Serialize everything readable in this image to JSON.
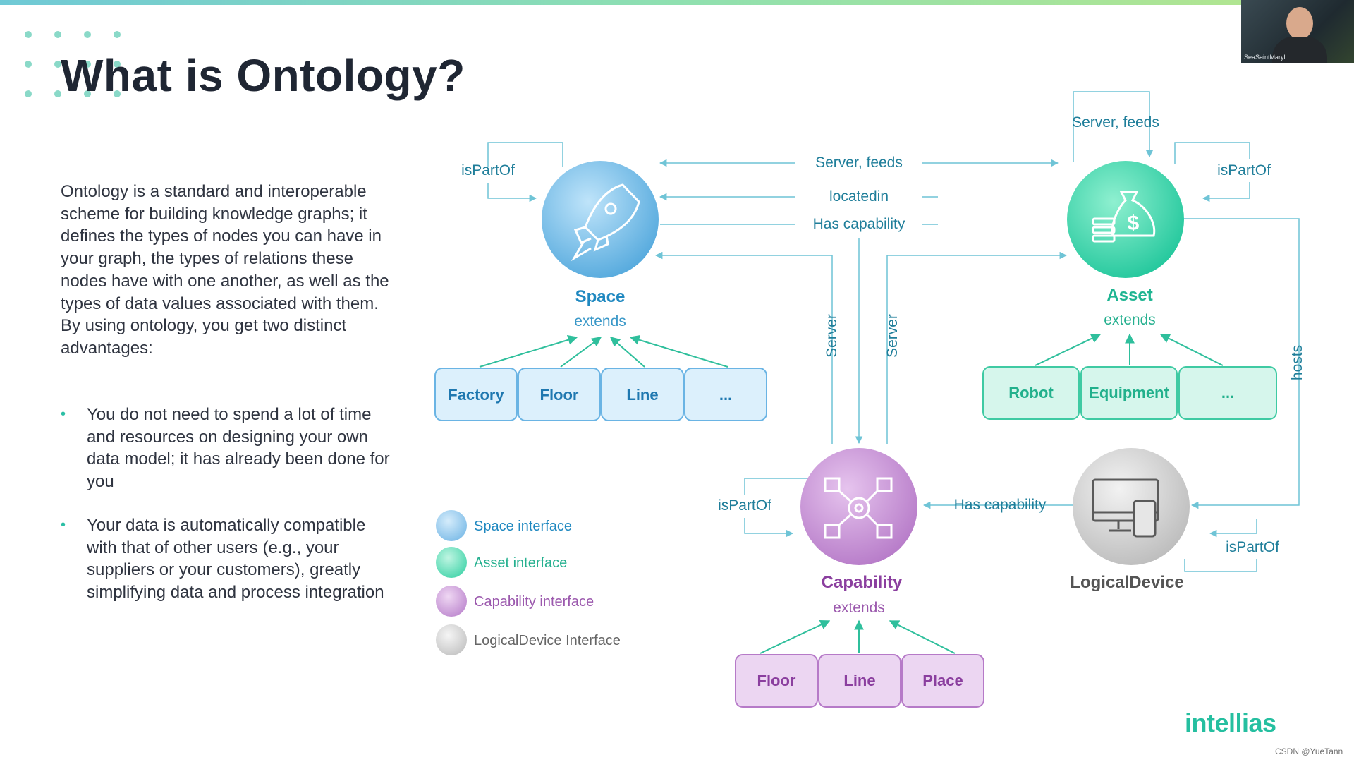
{
  "slide": {
    "title": "What is Ontology?",
    "intro": "Ontology is a standard and interoperable scheme for building knowledge graphs; it defines the types of nodes you can have in your graph, the types of relations these nodes have with one another, as well as the types of data values associated with them. By using ontology, you get two distinct advantages:",
    "bullets": [
      "You do not need to spend a lot of time and resources on designing your own data model; it has already been done for you",
      "Your data is automatically compatible with that of other users (e.g., your suppliers or your customers), greatly simplifying data and process integration"
    ],
    "bullet_marker": "•",
    "logo": "intellias",
    "credit": "CSDN @YueTann"
  },
  "webcam": {
    "name": "SeaSaintMaryl"
  },
  "diagram": {
    "nodes": {
      "space": {
        "name": "Space",
        "extends": "extends",
        "children": [
          "Factory",
          "Floor",
          "Line",
          "..."
        ],
        "icon": "rocket-icon"
      },
      "asset": {
        "name": "Asset",
        "extends": "extends",
        "children": [
          "Robot",
          "Equipment",
          "..."
        ],
        "icon": "money-bag-icon"
      },
      "capability": {
        "name": "Capability",
        "extends": "extends",
        "children": [
          "Floor",
          "Line",
          "Place"
        ],
        "icon": "gear-network-icon"
      },
      "logical": {
        "name": "LogicalDevice",
        "icon": "computer-devices-icon"
      }
    },
    "relations": {
      "space_asset_1": "Server, feeds",
      "space_asset_2": "locatedin",
      "space_asset_3": "Has capability",
      "asset_self_top": "Server, feeds",
      "space_ispartof": "isPartOf",
      "asset_ispartof": "isPartOf",
      "capability_ispartof": "isPartOf",
      "logical_ispartof": "isPartOf",
      "logical_capability": "Has capability",
      "server_left": "Server",
      "server_right": "Server",
      "hosts": "hosts"
    },
    "legend": [
      {
        "label": "Space interface",
        "color": "#8cc8ef"
      },
      {
        "label": "Asset interface",
        "color": "#5fe0b8"
      },
      {
        "label": "Capability interface",
        "color": "#cb97d8"
      },
      {
        "label": "LogicalDevice Interface",
        "color": "#c9c9c9"
      }
    ]
  },
  "colors": {
    "space_text": "#1f88c0",
    "space_ext": "#3a98c8",
    "asset_text": "#1fb592",
    "asset_ext": "#25b08f",
    "capability_text": "#8b3f9f",
    "capability_ext": "#9b58ad",
    "logical_text": "#555555",
    "line": "#6fc4d6",
    "accent": "#25bfa0"
  }
}
